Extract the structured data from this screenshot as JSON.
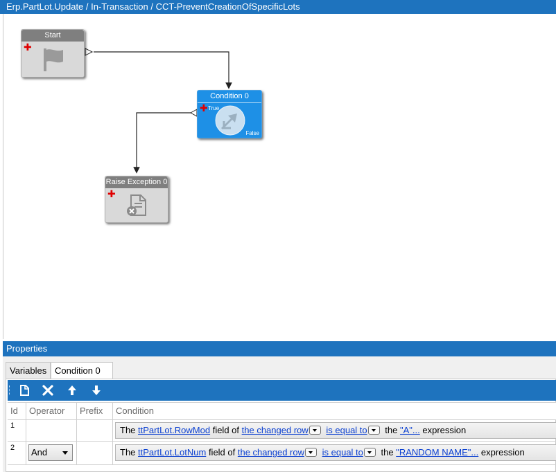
{
  "window": {
    "title": "Erp.PartLot.Update / In-Transaction / CCT-PreventCreationOfSpecificLots"
  },
  "workflow": {
    "nodes": [
      {
        "title": "Start",
        "icon": "flag-icon"
      },
      {
        "title": "Condition 0",
        "icon": "condition-arrows-icon",
        "true_label": "True",
        "false_label": "False"
      },
      {
        "title": "Raise Exception 0",
        "icon": "exception-document-icon"
      }
    ],
    "colors": {
      "node_gray": "#d9d9d9",
      "node_header_gray": "#7f7f7f",
      "node_blue": "#1e90e6",
      "accent": "#1e73be",
      "add_marker": "#e00000"
    }
  },
  "properties": {
    "title": "Properties",
    "tabs": [
      {
        "label": "Variables",
        "active": false
      },
      {
        "label": "Condition 0",
        "active": true
      }
    ],
    "toolbar": {
      "buttons": [
        {
          "icon": "new-document-icon"
        },
        {
          "icon": "delete-x-icon"
        },
        {
          "icon": "move-up-arrow-icon"
        },
        {
          "icon": "move-down-arrow-icon"
        }
      ]
    },
    "grid": {
      "columns": [
        "Id",
        "Operator",
        "Prefix",
        "Condition"
      ],
      "rows": [
        {
          "id": "1",
          "operator": "",
          "prefix": "",
          "condition": {
            "t1": "The",
            "field": "ttPartLot.RowMod",
            "t2": "field of",
            "row": "the changed row",
            "op": "is equal to",
            "t3": "the",
            "value": "\"A\"...",
            "t4": "expression"
          }
        },
        {
          "id": "2",
          "operator": "And",
          "prefix": "",
          "condition": {
            "t1": "The",
            "field": "ttPartLot.LotNum",
            "t2": "field of",
            "row": "the changed row",
            "op": "is equal to",
            "t3": "the",
            "value": "\"RANDOM NAME\"...",
            "t4": "expression"
          }
        }
      ]
    }
  }
}
